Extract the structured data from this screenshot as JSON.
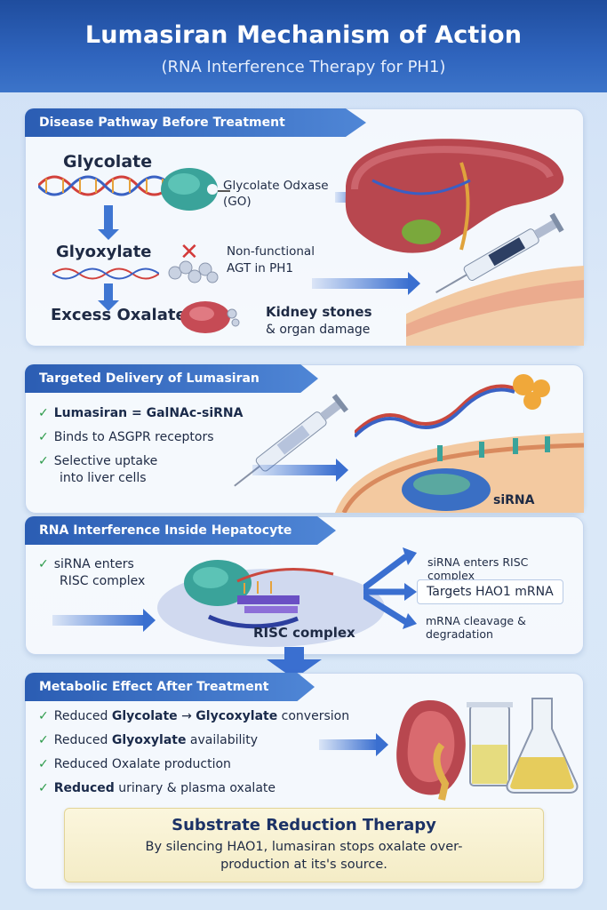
{
  "header": {
    "title": "Lumasiran Mechanism of Action",
    "subtitle": "(RNA Interference Therapy for PH1)"
  },
  "panel1": {
    "label": "Disease Pathway Before Treatment",
    "glycolate": "Glycolate",
    "glyoxylate": "Glyoxylate",
    "excess_oxalate": "Excess Oxalate",
    "enzyme_line1": "Glycolate Odxase",
    "enzyme_line2": "(GO)",
    "agt_line1": "Non-functional",
    "agt_line2": "AGT in PH1",
    "kidney_line1": "Kidney stones",
    "kidney_line2": "& organ damage"
  },
  "panel2": {
    "label": "Targeted Delivery of Lumasiran",
    "bullets": [
      "Lumasiran = GalNAc-siRNA",
      "Binds to ASGPR receptors",
      "Selective uptake",
      "into liver cells"
    ],
    "sirna_tag": "siRNA"
  },
  "panel3": {
    "label": "RNA Interference Inside Hepatocyte",
    "bullet_line1": "siRNA enters",
    "bullet_line2": "RISC complex",
    "risc_label": "RISC complex",
    "steps": [
      "siRNA enters RISC complex",
      "Targets HAO1 mRNA",
      "mRNA cleavage & degradation"
    ]
  },
  "panel4": {
    "label": "Metabolic Effect After Treatment",
    "b1_pre": "Reduced ",
    "b1_b1": "Glycolate",
    "b1_mid": " → ",
    "b1_b2": "Glycoxylate",
    "b1_post": " conversion",
    "b2_pre": "Reduced ",
    "b2_b": "Glyoxylate",
    "b2_post": " availability",
    "b3": "Reduced Oxalate production",
    "b4_b": "Reduced",
    "b4_post": " urinary & plasma oxalate"
  },
  "substrate": {
    "title": "Substrate Reduction Therapy",
    "line1": "By silencing HAO1, lumasiran stops oxalate over-",
    "line2": "production at its's source."
  },
  "colors": {
    "header_blue": "#2a5bb0",
    "label_blue": "#3b6fc4",
    "check_green": "#2c9a4a",
    "liver_red": "#b8474f",
    "enzyme_teal": "#3aa39a"
  }
}
